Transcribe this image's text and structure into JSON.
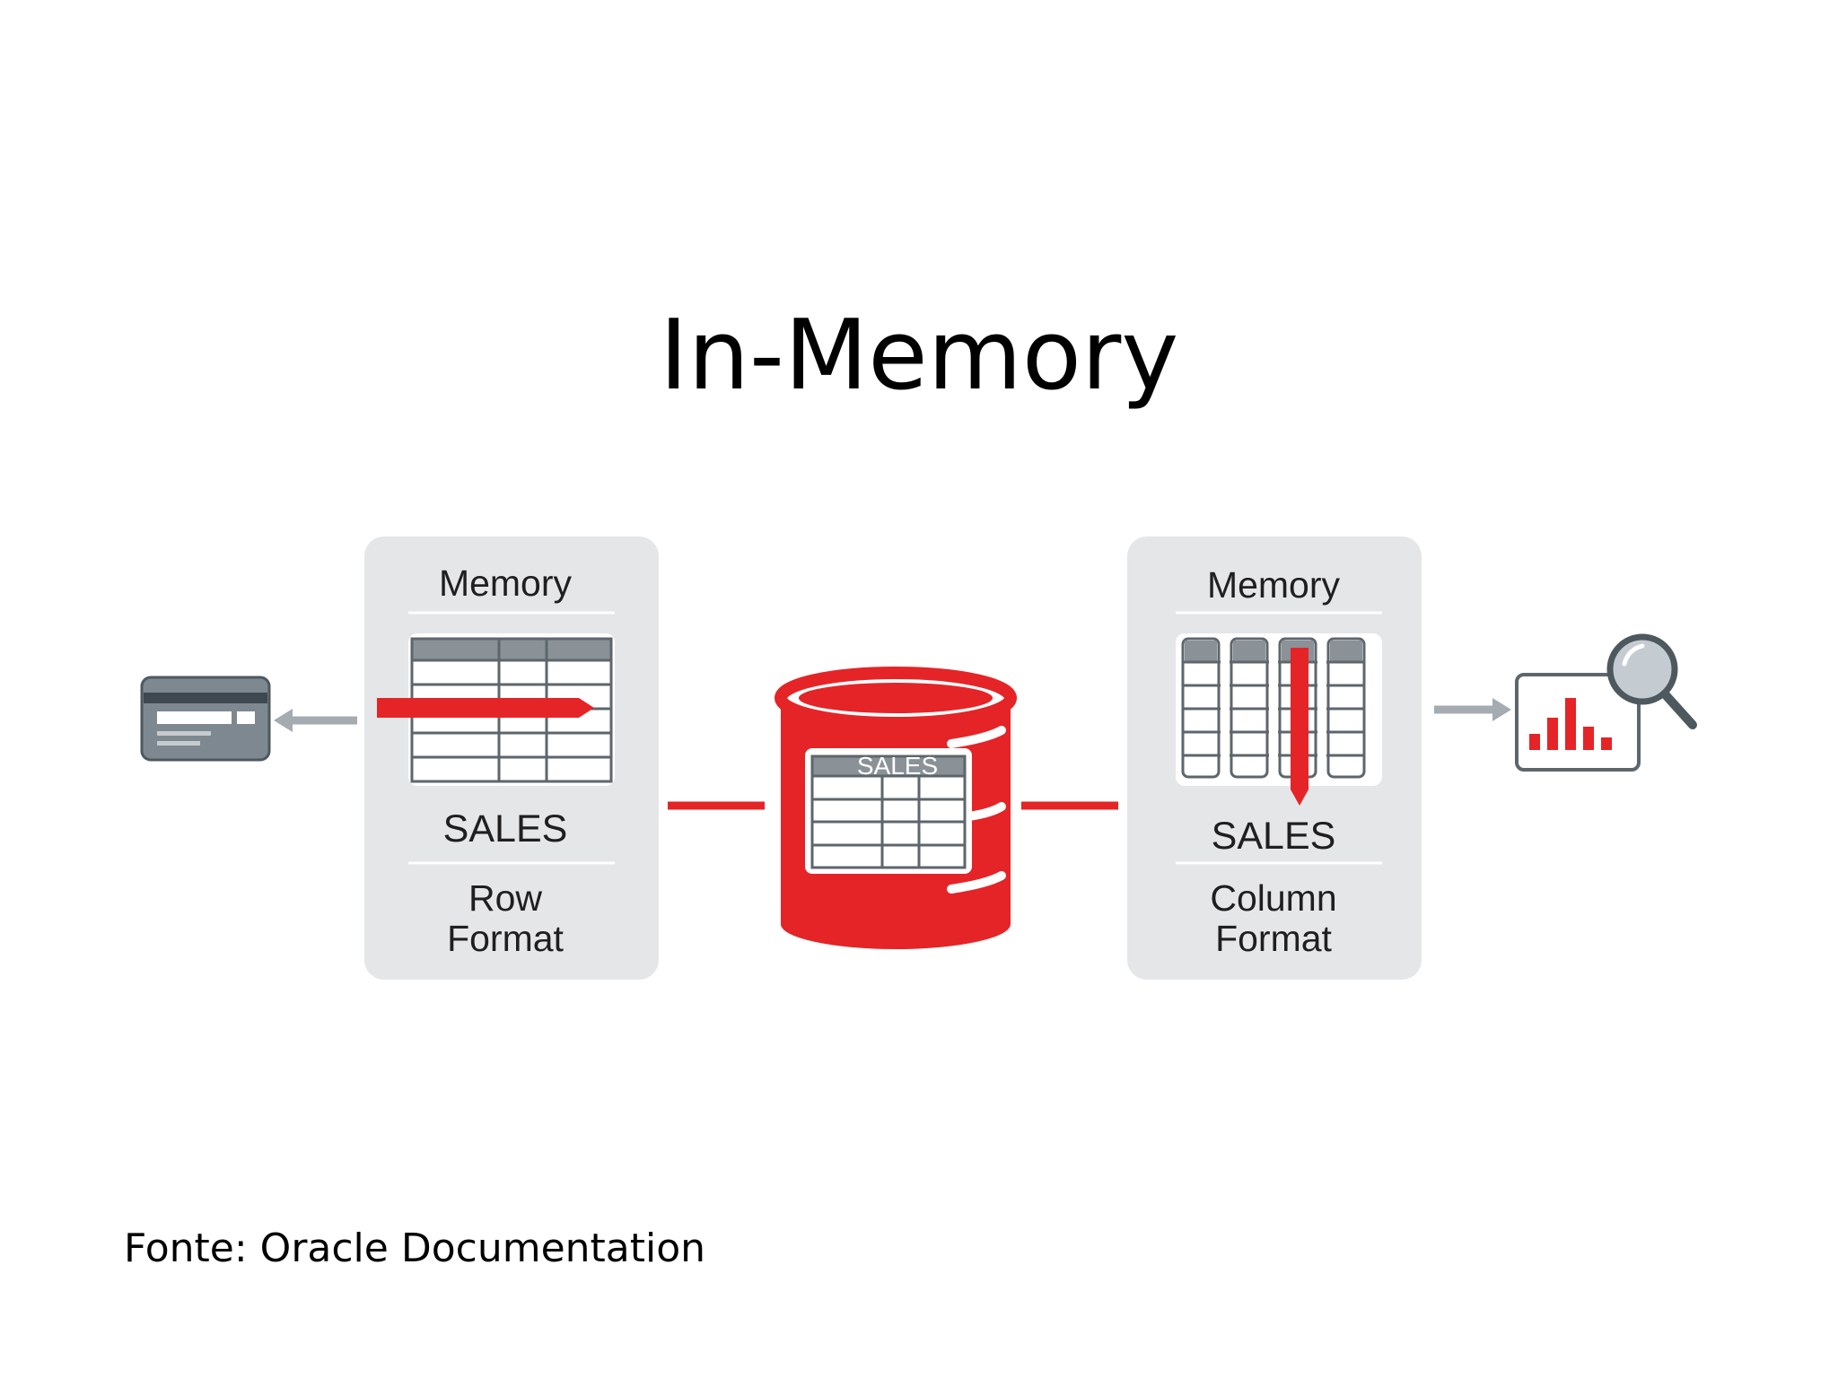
{
  "slide": {
    "title": "In-Memory",
    "source": "Fonte: Oracle Documentation"
  },
  "diagram": {
    "left_panel": {
      "heading": "Memory",
      "table_name": "SALES",
      "format_line1": "Row",
      "format_line2": "Format"
    },
    "database": {
      "table_name": "SALES"
    },
    "right_panel": {
      "heading": "Memory",
      "table_name": "SALES",
      "format_line1": "Column",
      "format_line2": "Format"
    },
    "icons": {
      "left": "credit-card-icon",
      "right": "analytics-magnifier-icon"
    },
    "colors": {
      "accent_red": "#e52427",
      "panel_gray": "#e5e6e8",
      "icon_gray": "#7d8890",
      "table_header": "#8a9298"
    }
  }
}
